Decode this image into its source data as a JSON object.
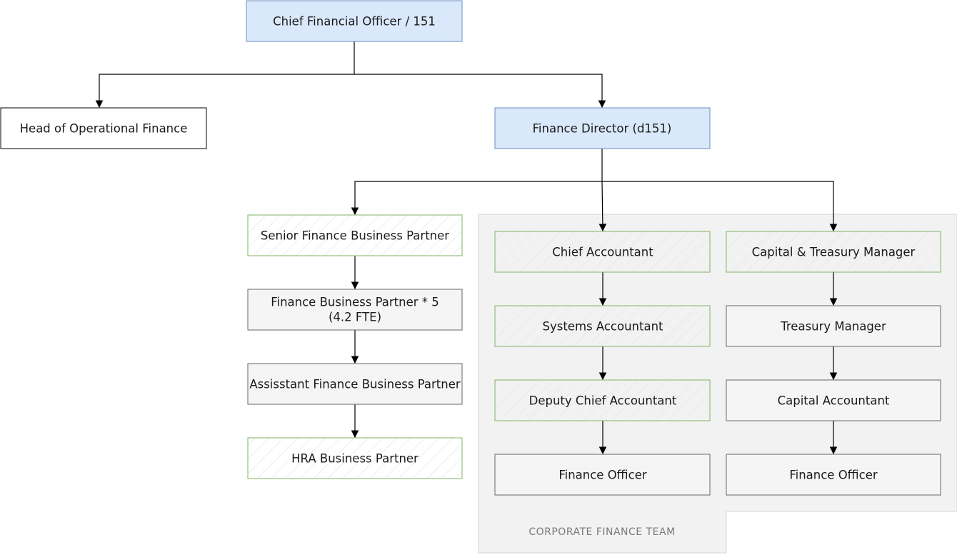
{
  "nodes": {
    "cfo": {
      "label": "Chief Financial Officer / 151"
    },
    "head_ops": {
      "label": "Head of Operational Finance"
    },
    "fin_dir": {
      "label": "Finance Director (d151)"
    },
    "sfbp": {
      "label": "Senior Finance Business Partner"
    },
    "fbp": {
      "line1": "Finance Business Partner * 5",
      "line2": "(4.2 FTE)"
    },
    "afbp": {
      "label": "Assisstant Finance Business Partner"
    },
    "hra": {
      "label": "HRA Business Partner"
    },
    "chief_acc": {
      "label": "Chief Accountant"
    },
    "sys_acc": {
      "label": "Systems Accountant"
    },
    "dep_chief": {
      "label": "Deputy Chief Accountant"
    },
    "fin_off_1": {
      "label": "Finance Officer"
    },
    "cap_treas": {
      "label": "Capital & Treasury Manager"
    },
    "treas_mgr": {
      "label": "Treasury Manager"
    },
    "cap_acc": {
      "label": "Capital Accountant"
    },
    "fin_off_2": {
      "label": "Finance Officer"
    }
  },
  "team": {
    "label": "CORPORATE FINANCE TEAM"
  },
  "colors": {
    "blue_fill": "#dae8fc",
    "blue_stroke": "#6c8ebf",
    "green_stroke": "#82b366",
    "grey_fill": "#f5f5f5",
    "team_fill": "#f2f2f2",
    "team_stroke": "#d4d4d4"
  }
}
